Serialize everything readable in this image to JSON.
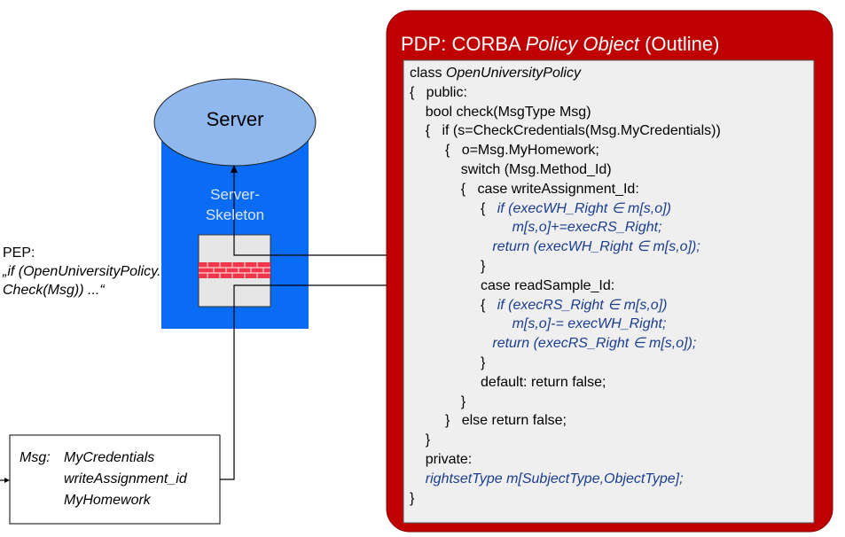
{
  "server": {
    "label": "Server",
    "skeleton_line1": "Server-",
    "skeleton_line2": "Skeleton"
  },
  "pep": {
    "label": "PEP:",
    "line1": "„if (OpenUniversityPolicy.",
    "line2": "Check(Msg)) ...“"
  },
  "msg": {
    "label": "Msg:",
    "lines": [
      "MyCredentials",
      "writeAssignment_id",
      "MyHomework"
    ]
  },
  "pdp": {
    "title_prefix": "PDP: CORBA ",
    "title_em": "Policy Object",
    "title_suffix": " (Outline)"
  },
  "code": [
    {
      "parts": [
        {
          "t": "class ",
          "s": "n"
        },
        {
          "t": "OpenUniversityPolicy",
          "s": "i"
        }
      ]
    },
    {
      "parts": [
        {
          "t": "{   public:",
          "s": "n"
        }
      ]
    },
    {
      "parts": [
        {
          "t": "    bool check(MsgType Msg)",
          "s": "n"
        }
      ]
    },
    {
      "parts": [
        {
          "t": "    {   if (s=CheckCredentials(Msg.MyCredentials))",
          "s": "n"
        }
      ]
    },
    {
      "parts": [
        {
          "t": "         {   o=Msg.MyHomework;",
          "s": "n"
        }
      ]
    },
    {
      "parts": [
        {
          "t": "             switch (Msg.Method_Id)",
          "s": "n"
        }
      ]
    },
    {
      "parts": [
        {
          "t": "             {   case writeAssignment_Id:",
          "s": "n"
        }
      ]
    },
    {
      "parts": [
        {
          "t": "                  {   ",
          "s": "n"
        },
        {
          "t": "if (execWH_Right ∈ m[s,o])",
          "s": "b"
        }
      ]
    },
    {
      "parts": [
        {
          "t": "                          ",
          "s": "n"
        },
        {
          "t": "m[s,o]+=execRS_Right;",
          "s": "b"
        }
      ]
    },
    {
      "parts": [
        {
          "t": "                     ",
          "s": "n"
        },
        {
          "t": "return (execWH_Right ∈ m[s,o]);",
          "s": "b"
        }
      ]
    },
    {
      "parts": [
        {
          "t": "                  }",
          "s": "n"
        }
      ]
    },
    {
      "parts": [
        {
          "t": "                  case readSample_Id:",
          "s": "n"
        }
      ]
    },
    {
      "parts": [
        {
          "t": "                  {   ",
          "s": "n"
        },
        {
          "t": "if (execRS_Right ∈ m[s,o])",
          "s": "b"
        }
      ]
    },
    {
      "parts": [
        {
          "t": "                          ",
          "s": "n"
        },
        {
          "t": "m[s,o]-= execWH_Right;",
          "s": "b"
        }
      ]
    },
    {
      "parts": [
        {
          "t": "                     ",
          "s": "n"
        },
        {
          "t": "return (execRS_Right ∈ m[s,o]);",
          "s": "b"
        }
      ]
    },
    {
      "parts": [
        {
          "t": "                  }",
          "s": "n"
        }
      ]
    },
    {
      "parts": [
        {
          "t": "                  default: return false;",
          "s": "n"
        }
      ]
    },
    {
      "parts": [
        {
          "t": "             }",
          "s": "n"
        }
      ]
    },
    {
      "parts": [
        {
          "t": "         }   else return false;",
          "s": "n"
        }
      ]
    },
    {
      "parts": [
        {
          "t": "    }",
          "s": "n"
        }
      ]
    },
    {
      "parts": [
        {
          "t": "    private:",
          "s": "n"
        }
      ]
    },
    {
      "parts": [
        {
          "t": "    ",
          "s": "n"
        },
        {
          "t": "rightsetType m[SubjectType,ObjectType];",
          "s": "b"
        }
      ]
    },
    {
      "parts": [
        {
          "t": "}",
          "s": "n"
        }
      ]
    }
  ],
  "colors": {
    "pdp_frame": "#c00000",
    "server_blue": "#0a6cf5",
    "ellipse": "#8fb8ee",
    "code_blue": "#1a3d8f",
    "firewall": "#f0364a"
  }
}
